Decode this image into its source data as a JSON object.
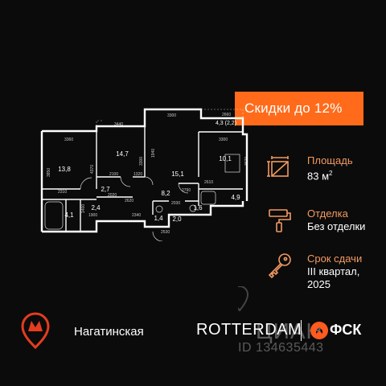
{
  "promo": {
    "discount_text": "Скидки до 12%"
  },
  "info": {
    "area_label": "Площадь",
    "area_value": "83 м",
    "area_sup": "2",
    "finish_label": "Отделка",
    "finish_value": "Без отделки",
    "deadline_label": "Срок сдачи",
    "deadline_value_line1": "III квартал,",
    "deadline_value_line2": "2025"
  },
  "metro": {
    "station": "Нагатинская"
  },
  "brand": {
    "project": "ROTTERDAM",
    "developer": "ФСК"
  },
  "watermark": {
    "text": "ЦИАН",
    "id": "ID 134635443"
  },
  "plan": {
    "rooms": [
      "13,8",
      "14,7",
      "15,1",
      "10,1",
      "4,3 (2,2)",
      "8,2",
      "2,7",
      "4,9",
      "1,6",
      "2,0",
      "1,4",
      "4,1",
      "2,4"
    ],
    "dims": [
      "2660",
      "3300",
      "3440",
      "3360",
      "3300",
      "3850",
      "4370",
      "3300",
      "1940",
      "3670",
      "2100",
      "1320",
      "2020",
      "2620",
      "2790",
      "2610",
      "2310",
      "1400",
      "1900",
      "2340",
      "2030",
      "2530"
    ]
  },
  "colors": {
    "accent": "#ff6b1a",
    "label": "#f29a62",
    "metro": "#e53c1f",
    "background": "#0b0b0b"
  }
}
